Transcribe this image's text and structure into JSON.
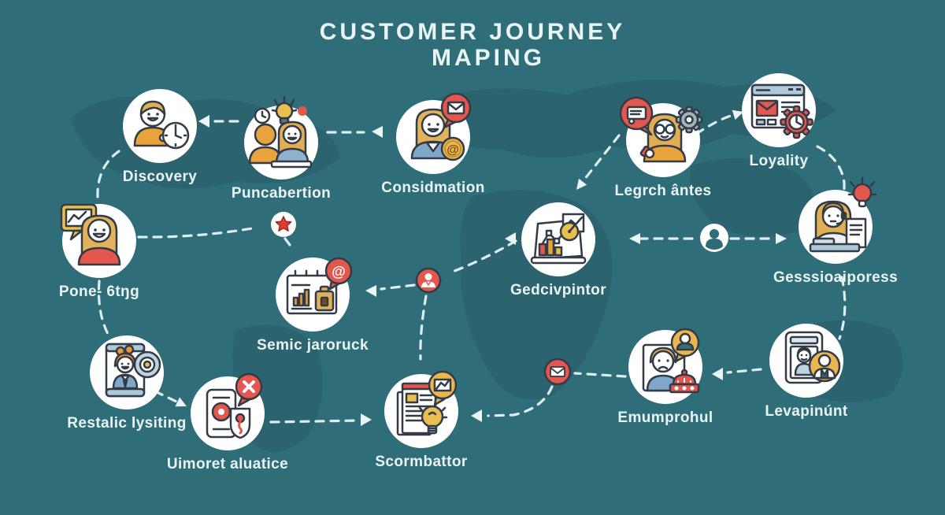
{
  "title": {
    "line1": "CUSTOMER JOURNEY",
    "line2": "MAPING"
  },
  "glyphs": {
    "at": "@"
  },
  "nodes": [
    {
      "id": "discovery",
      "label": "Discovery",
      "icon": "person-clock-icon"
    },
    {
      "id": "puncabertion",
      "label": "Puncabertion",
      "icon": "two-people-idea-icon"
    },
    {
      "id": "considmation",
      "label": "Considmation",
      "icon": "woman-mail-bubble-at-icon"
    },
    {
      "id": "legrch-antes",
      "label": "Legrch ântes",
      "icon": "woman-chat-gear-icon"
    },
    {
      "id": "loyality",
      "label": "Loyality",
      "icon": "browser-mail-gear-clock-icon"
    },
    {
      "id": "pone-btng",
      "label": "Pone- 6tŋg",
      "icon": "woman-chart-bubble-icon"
    },
    {
      "id": "semic-jaroruck",
      "label": "Semic jaroruck",
      "icon": "calendar-chart-package-at-icon"
    },
    {
      "id": "gedcivpintor",
      "label": "Gedcivpintor",
      "icon": "analytics-board-gauge-icon"
    },
    {
      "id": "gesssioaiporess",
      "label": "Gesssioaiporess",
      "icon": "support-agent-idea-icon"
    },
    {
      "id": "restalic-lysiting",
      "label": "Restalic lysiting",
      "icon": "profile-card-target-icon"
    },
    {
      "id": "uimoret-aluatice",
      "label": "Uimoret aluatice",
      "icon": "phone-shield-x-bubble-icon"
    },
    {
      "id": "scormbattor",
      "label": "Scormbattor",
      "icon": "document-idea-mail-badge-icon"
    },
    {
      "id": "emumprohul",
      "label": "Emumprohul",
      "icon": "unhappy-user-bubble-icon"
    },
    {
      "id": "levapinunt",
      "label": "Levapinúnt",
      "icon": "tablet-user-badge-icon"
    }
  ],
  "markers": [
    {
      "name": "star-marker"
    },
    {
      "name": "user-marker-white"
    },
    {
      "name": "user-marker-red"
    },
    {
      "name": "mail-marker-red"
    }
  ],
  "colors": {
    "background": "#2f6e78",
    "map_silhouette": "#2a626c",
    "node_fill": "#ffffff",
    "accent_red": "#e4574f",
    "accent_orange": "#e8a33d",
    "accent_yellow": "#e9c04f",
    "accent_blue": "#7fa8c8",
    "connector": "#dceef1",
    "text": "#eaf4f5"
  }
}
